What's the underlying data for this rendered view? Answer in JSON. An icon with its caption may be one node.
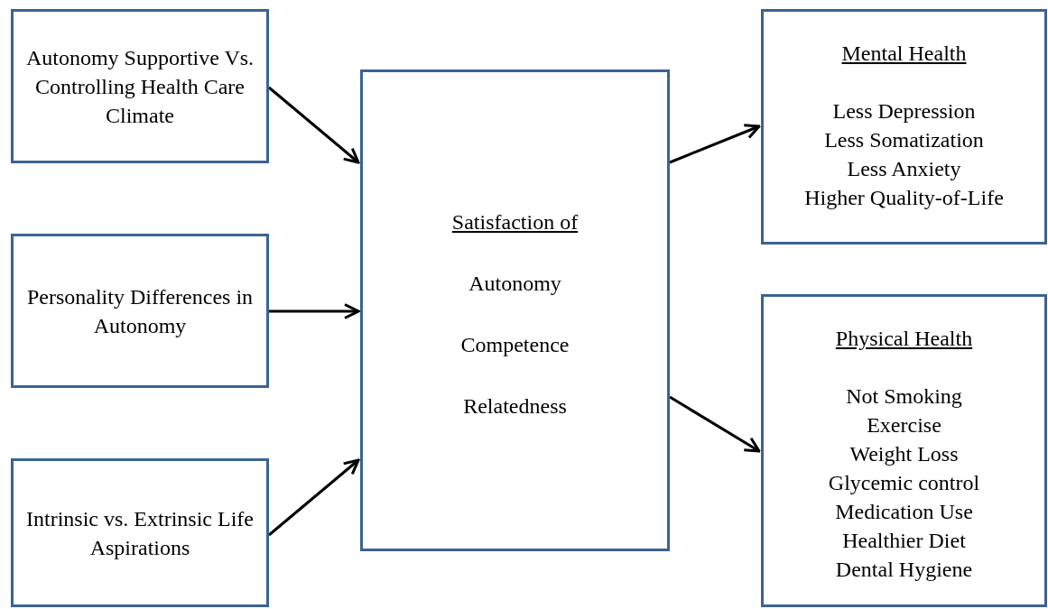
{
  "diagram": {
    "nodes": [
      {
        "text": [
          "Autonomy Supportive Vs. Controlling Health Care Climate"
        ]
      },
      {
        "text": [
          "Personality Differences in Autonomy"
        ]
      },
      {
        "text": [
          "Intrinsic vs. Extrinsic Life Aspirations"
        ]
      },
      {
        "text": [
          "Satisfaction of",
          "Autonomy",
          "Competence",
          "Relatedness"
        ]
      },
      {
        "text": [
          "Mental Health",
          "Less Depression",
          "Less Somatization",
          "Less Anxiety",
          "Higher Quality-of-Life"
        ]
      },
      {
        "text": [
          "Physical Health",
          "Not Smoking",
          "Exercise",
          "Weight Loss",
          "Glycemic control",
          "Medication Use",
          "Healthier Diet",
          "Dental Hygiene"
        ]
      }
    ],
    "edges": [
      {
        "from": 0,
        "to": 3,
        "arrow": "to"
      },
      {
        "from": 1,
        "to": 3,
        "arrow": "to"
      },
      {
        "from": 2,
        "to": 3,
        "arrow": "to"
      },
      {
        "from": 3,
        "to": 4,
        "arrow": "to"
      },
      {
        "from": 3,
        "to": 5,
        "arrow": "to"
      }
    ]
  }
}
